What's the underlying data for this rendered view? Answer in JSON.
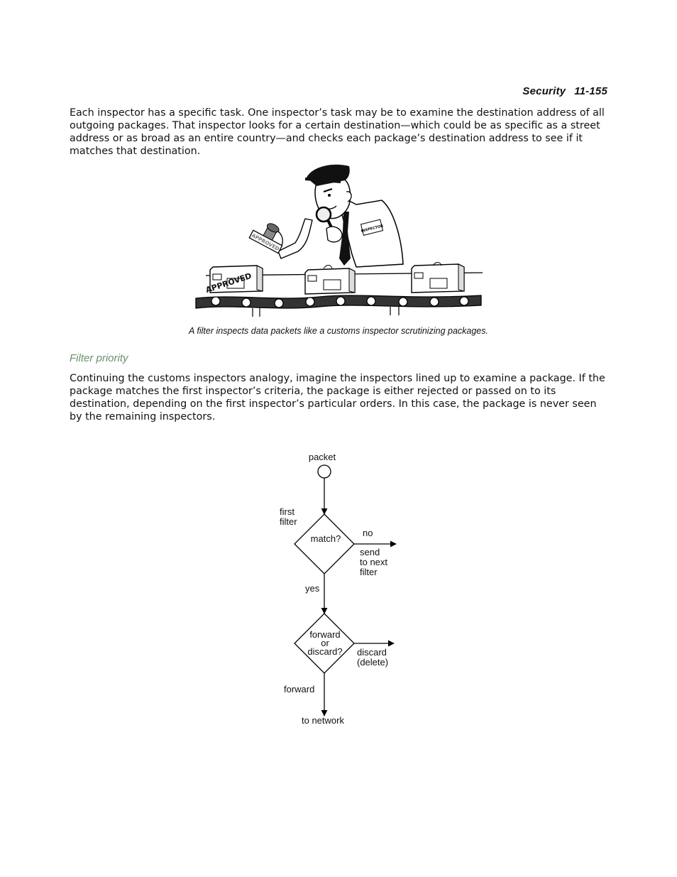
{
  "header": {
    "section": "Security",
    "page": "11-155"
  },
  "paragraphs": {
    "p1": "Each inspector has a specific task. One inspector’s task may be to examine the destination address of all outgoing packages. That inspector looks for a certain destination—which could be as specific as a street address or as broad as an entire country—and checks each package’s destination address to see if it matches that destination.",
    "p2": "Continuing the customs inspectors analogy, imagine the inspectors lined up to examine a package. If the package matches the first inspector’s criteria, the package is either rejected or passed on to its destination, depending on the first inspector’s particular orders. In this case, the package is never seen by the remaining inspectors."
  },
  "figure": {
    "caption": "A filter inspects data packets like a customs inspector scrutinizing packages.",
    "stamp_text": "APPROVED",
    "badge_text": "INSPECTOR"
  },
  "section_heading": "Filter priority",
  "flowchart": {
    "packet": "packet",
    "first_filter_1": "first",
    "first_filter_2": "filter",
    "match": "match?",
    "no": "no",
    "send_1": "send",
    "send_2": "to next",
    "send_3": "filter",
    "yes": "yes",
    "forward_or_1": "forward",
    "forward_or_2": "or",
    "forward_or_3": "discard?",
    "discard_1": "discard",
    "discard_2": "(delete)",
    "forward": "forward",
    "to_network": "to network"
  }
}
